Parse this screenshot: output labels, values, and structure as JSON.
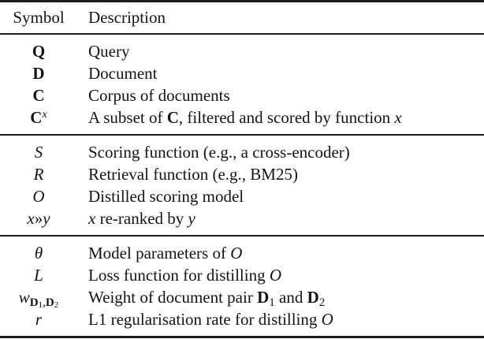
{
  "page": {
    "background": "#ffffff",
    "text_color": "#141414",
    "rule_color": "#1e1e1e"
  },
  "table": {
    "headers": [
      {
        "label": "Symbol"
      },
      {
        "label": "Description"
      }
    ],
    "sections": [
      {
        "rows": [
          {
            "symbol": [
              {
                "t": "Q",
                "c": "b"
              }
            ],
            "description": [
              {
                "t": "Query"
              }
            ]
          },
          {
            "symbol": [
              {
                "t": "D",
                "c": "b"
              }
            ],
            "description": [
              {
                "t": "Document"
              }
            ]
          },
          {
            "symbol": [
              {
                "t": "C",
                "c": "b"
              }
            ],
            "description": [
              {
                "t": "Corpus of documents"
              }
            ]
          },
          {
            "symbol": [
              {
                "t": "C",
                "c": "b"
              },
              {
                "t": "x",
                "c": "i sup"
              }
            ],
            "description": [
              {
                "t": "A subset of "
              },
              {
                "t": "C",
                "c": "b"
              },
              {
                "t": ", filtered and scored by function "
              },
              {
                "t": "x",
                "c": "i"
              }
            ]
          }
        ]
      },
      {
        "rows": [
          {
            "symbol": [
              {
                "t": "S",
                "c": "cal"
              }
            ],
            "description": [
              {
                "t": "Scoring function (e.g., a cross-encoder)"
              }
            ]
          },
          {
            "symbol": [
              {
                "t": "R",
                "c": "cal"
              }
            ],
            "description": [
              {
                "t": "Retrieval function (e.g., BM25)"
              }
            ]
          },
          {
            "symbol": [
              {
                "t": "O",
                "c": "cal"
              }
            ],
            "description": [
              {
                "t": "Distilled scoring model"
              }
            ]
          },
          {
            "symbol": [
              {
                "t": "x",
                "c": "i"
              },
              {
                "t": "»"
              },
              {
                "t": "y",
                "c": "i"
              }
            ],
            "description": [
              {
                "t": "x",
                "c": "i"
              },
              {
                "t": " re-ranked by "
              },
              {
                "t": "y",
                "c": "i"
              }
            ]
          }
        ]
      },
      {
        "rows": [
          {
            "symbol": [
              {
                "t": "θ",
                "c": "i"
              }
            ],
            "description": [
              {
                "t": "Model parameters of "
              },
              {
                "t": "O",
                "c": "cal"
              }
            ]
          },
          {
            "symbol": [
              {
                "t": "L",
                "c": "cal"
              }
            ],
            "description": [
              {
                "t": "Loss function for distilling "
              },
              {
                "t": "O",
                "c": "cal"
              }
            ]
          },
          {
            "symbol": [
              {
                "t": "w",
                "c": "i"
              },
              {
                "t": "D",
                "c": "b sub"
              },
              {
                "t": "1",
                "c": "sub2"
              },
              {
                "t": ",",
                "c": "sub"
              },
              {
                "t": "D",
                "c": "b sub"
              },
              {
                "t": "2",
                "c": "sub2"
              }
            ],
            "description": [
              {
                "t": "Weight of document pair "
              },
              {
                "t": "D",
                "c": "b"
              },
              {
                "t": "1",
                "c": "sub"
              },
              {
                "t": " and "
              },
              {
                "t": "D",
                "c": "b"
              },
              {
                "t": "2",
                "c": "sub"
              }
            ]
          },
          {
            "symbol": [
              {
                "t": "r",
                "c": "i"
              }
            ],
            "description": [
              {
                "t": "L1 regularisation rate for distilling "
              },
              {
                "t": "O",
                "c": "cal"
              }
            ]
          }
        ]
      }
    ]
  }
}
